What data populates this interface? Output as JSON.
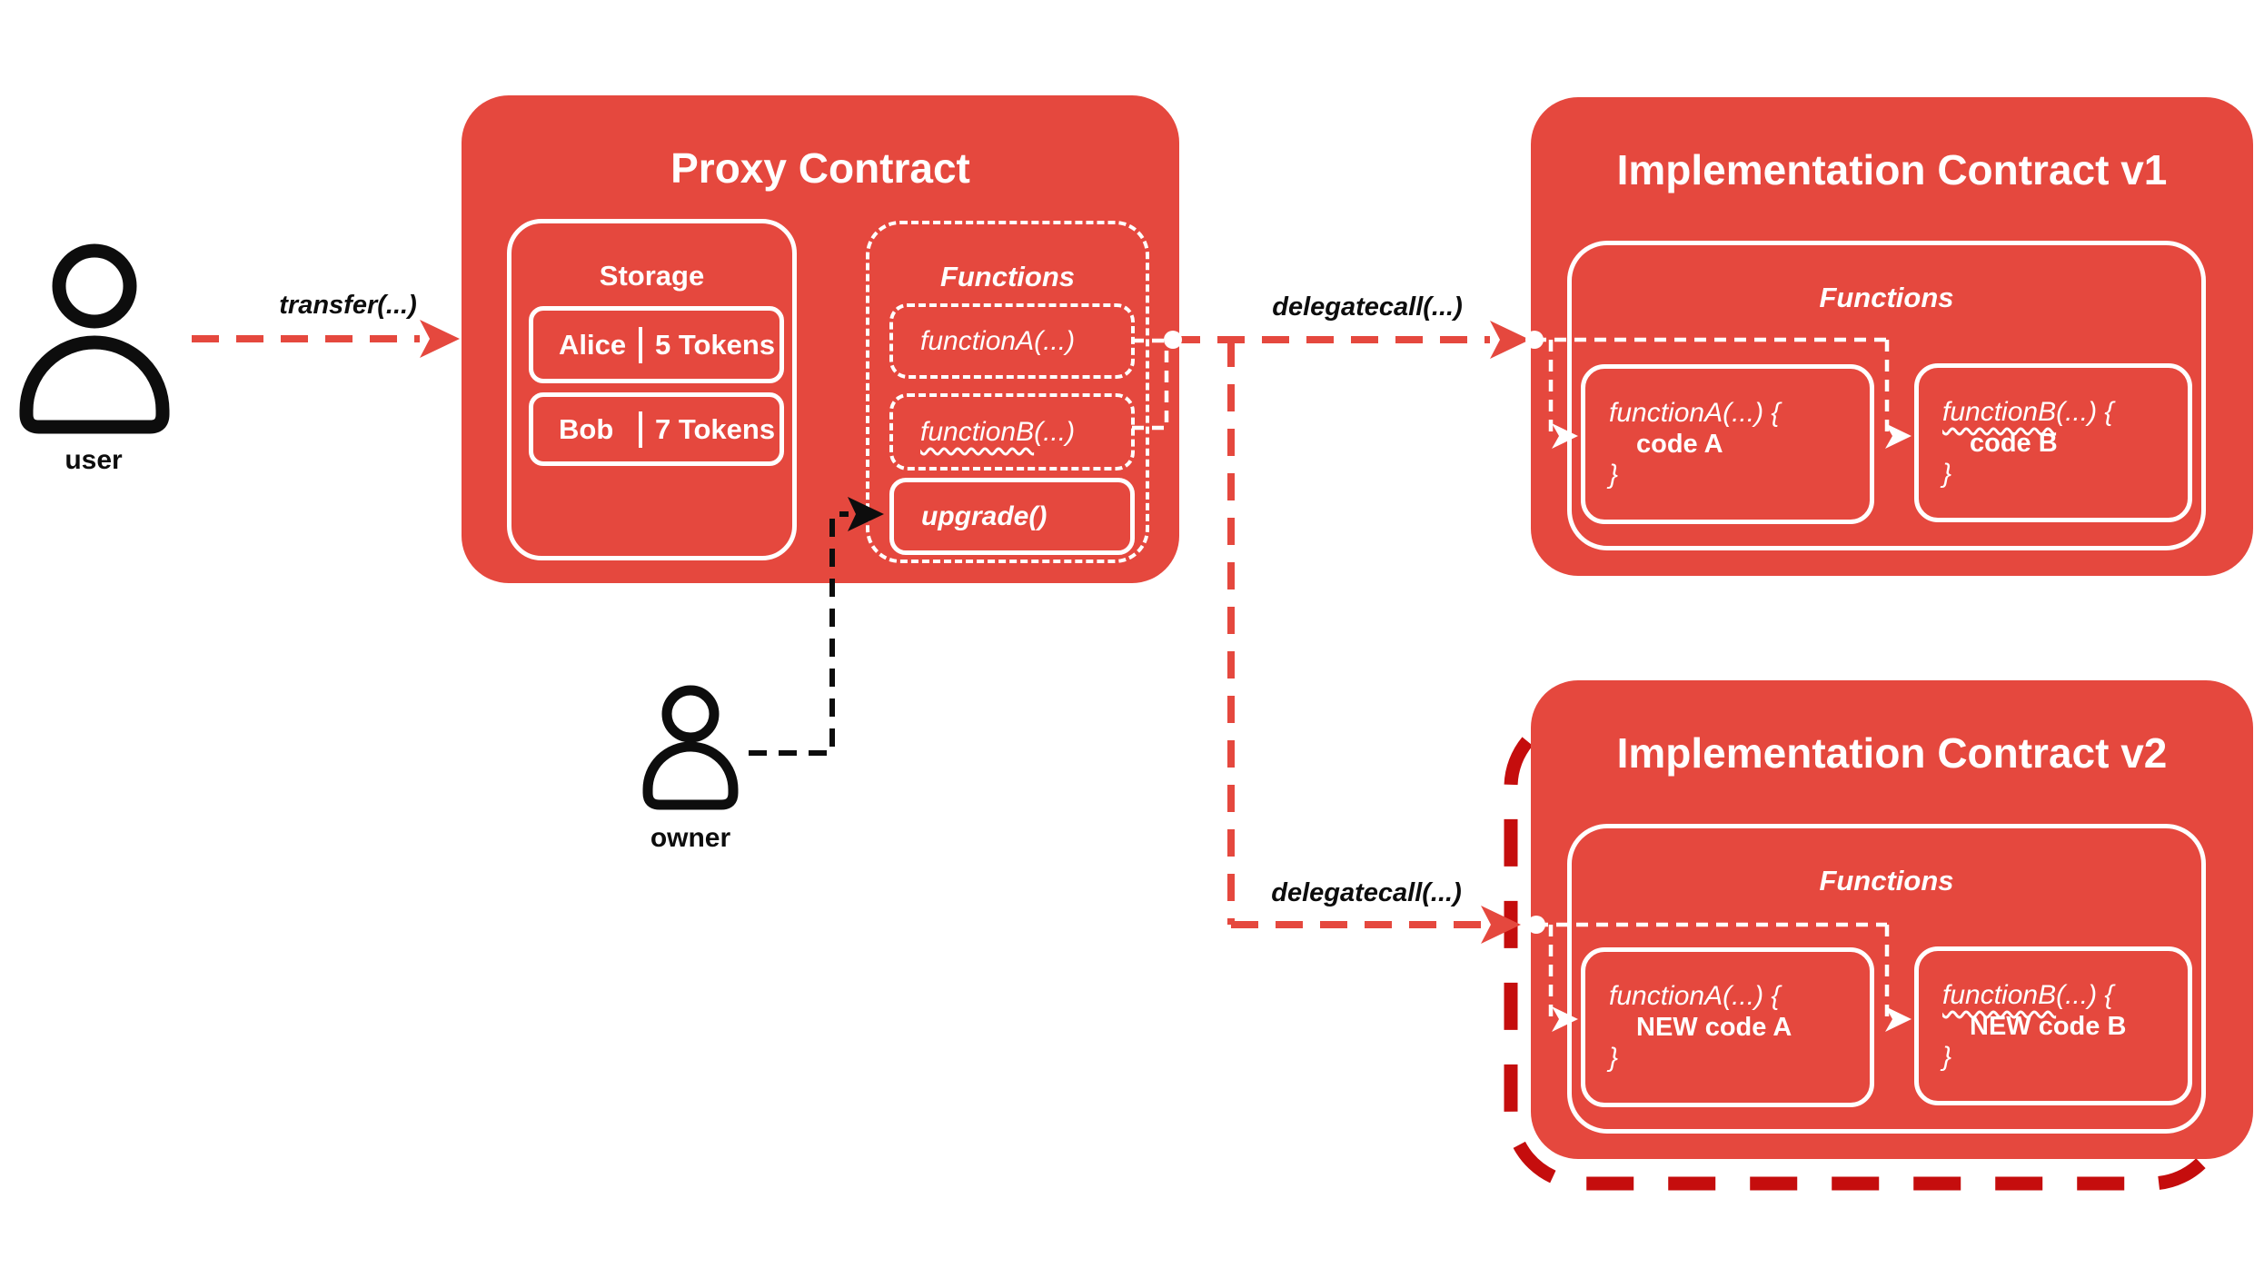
{
  "colors": {
    "red": "#E5483E",
    "dark_red": "#C50D0D",
    "ink": "#0D0D0D",
    "white": "#FFFFFF"
  },
  "actors": {
    "user": "user",
    "owner": "owner"
  },
  "calls": {
    "transfer": "transfer(...)",
    "delegatecall_v1": "delegatecall(...)",
    "delegatecall_v2": "delegatecall(...)"
  },
  "proxy": {
    "title": "Proxy Contract",
    "storage": {
      "title": "Storage",
      "rows": [
        {
          "name": "Alice",
          "value": "5 Tokens"
        },
        {
          "name": "Bob",
          "value": "7 Tokens"
        }
      ]
    },
    "functions": {
      "title": "Functions",
      "functionA": "functionA(...)",
      "functionB_name": "functionB",
      "functionB_rest": "(...)",
      "upgrade": "upgrade()"
    }
  },
  "impl_v1": {
    "title": "Implementation Contract v1",
    "functions_title": "Functions",
    "functionA": {
      "signature": "functionA(...) {",
      "body": "code A",
      "close": "}"
    },
    "functionB": {
      "name": "functionB",
      "rest": "(...) {",
      "body": "code B",
      "close": "}"
    }
  },
  "impl_v2": {
    "title": "Implementation Contract v2",
    "functions_title": "Functions",
    "functionA": {
      "signature": "functionA(...) {",
      "body": "NEW code A",
      "close": "}"
    },
    "functionB": {
      "name": "functionB",
      "rest": "(...) {",
      "body": "NEW code B",
      "close": "}"
    }
  }
}
